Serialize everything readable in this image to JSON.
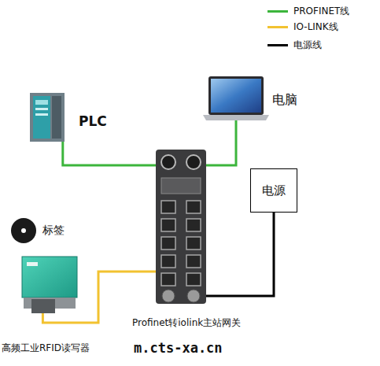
{
  "diagram": {
    "nodes": [
      {
        "text": [
          "PLC"
        ]
      },
      {
        "text": [
          "电脑"
        ]
      },
      {
        "text": [
          "电源"
        ]
      },
      {
        "text": [
          "Profinet转iolink主站网关"
        ]
      },
      {
        "text": [
          "标签"
        ]
      },
      {
        "text": [
          "高频工业RFID读写器"
        ]
      }
    ],
    "edges": [
      {
        "from": 0,
        "to": 3,
        "arrow": "none"
      },
      {
        "from": 1,
        "to": 3,
        "arrow": "none"
      },
      {
        "from": 2,
        "to": 3,
        "arrow": "none"
      },
      {
        "from": 5,
        "to": 3,
        "arrow": "none"
      }
    ],
    "labels": [
      "m.cts-xa.cn"
    ],
    "legend": [
      {
        "text": "PROFINET线",
        "color": "#3cb53c"
      },
      {
        "text": "IO-LINK线",
        "color": "#f2c230"
      },
      {
        "text": "电源线",
        "color": "#000000"
      }
    ]
  }
}
